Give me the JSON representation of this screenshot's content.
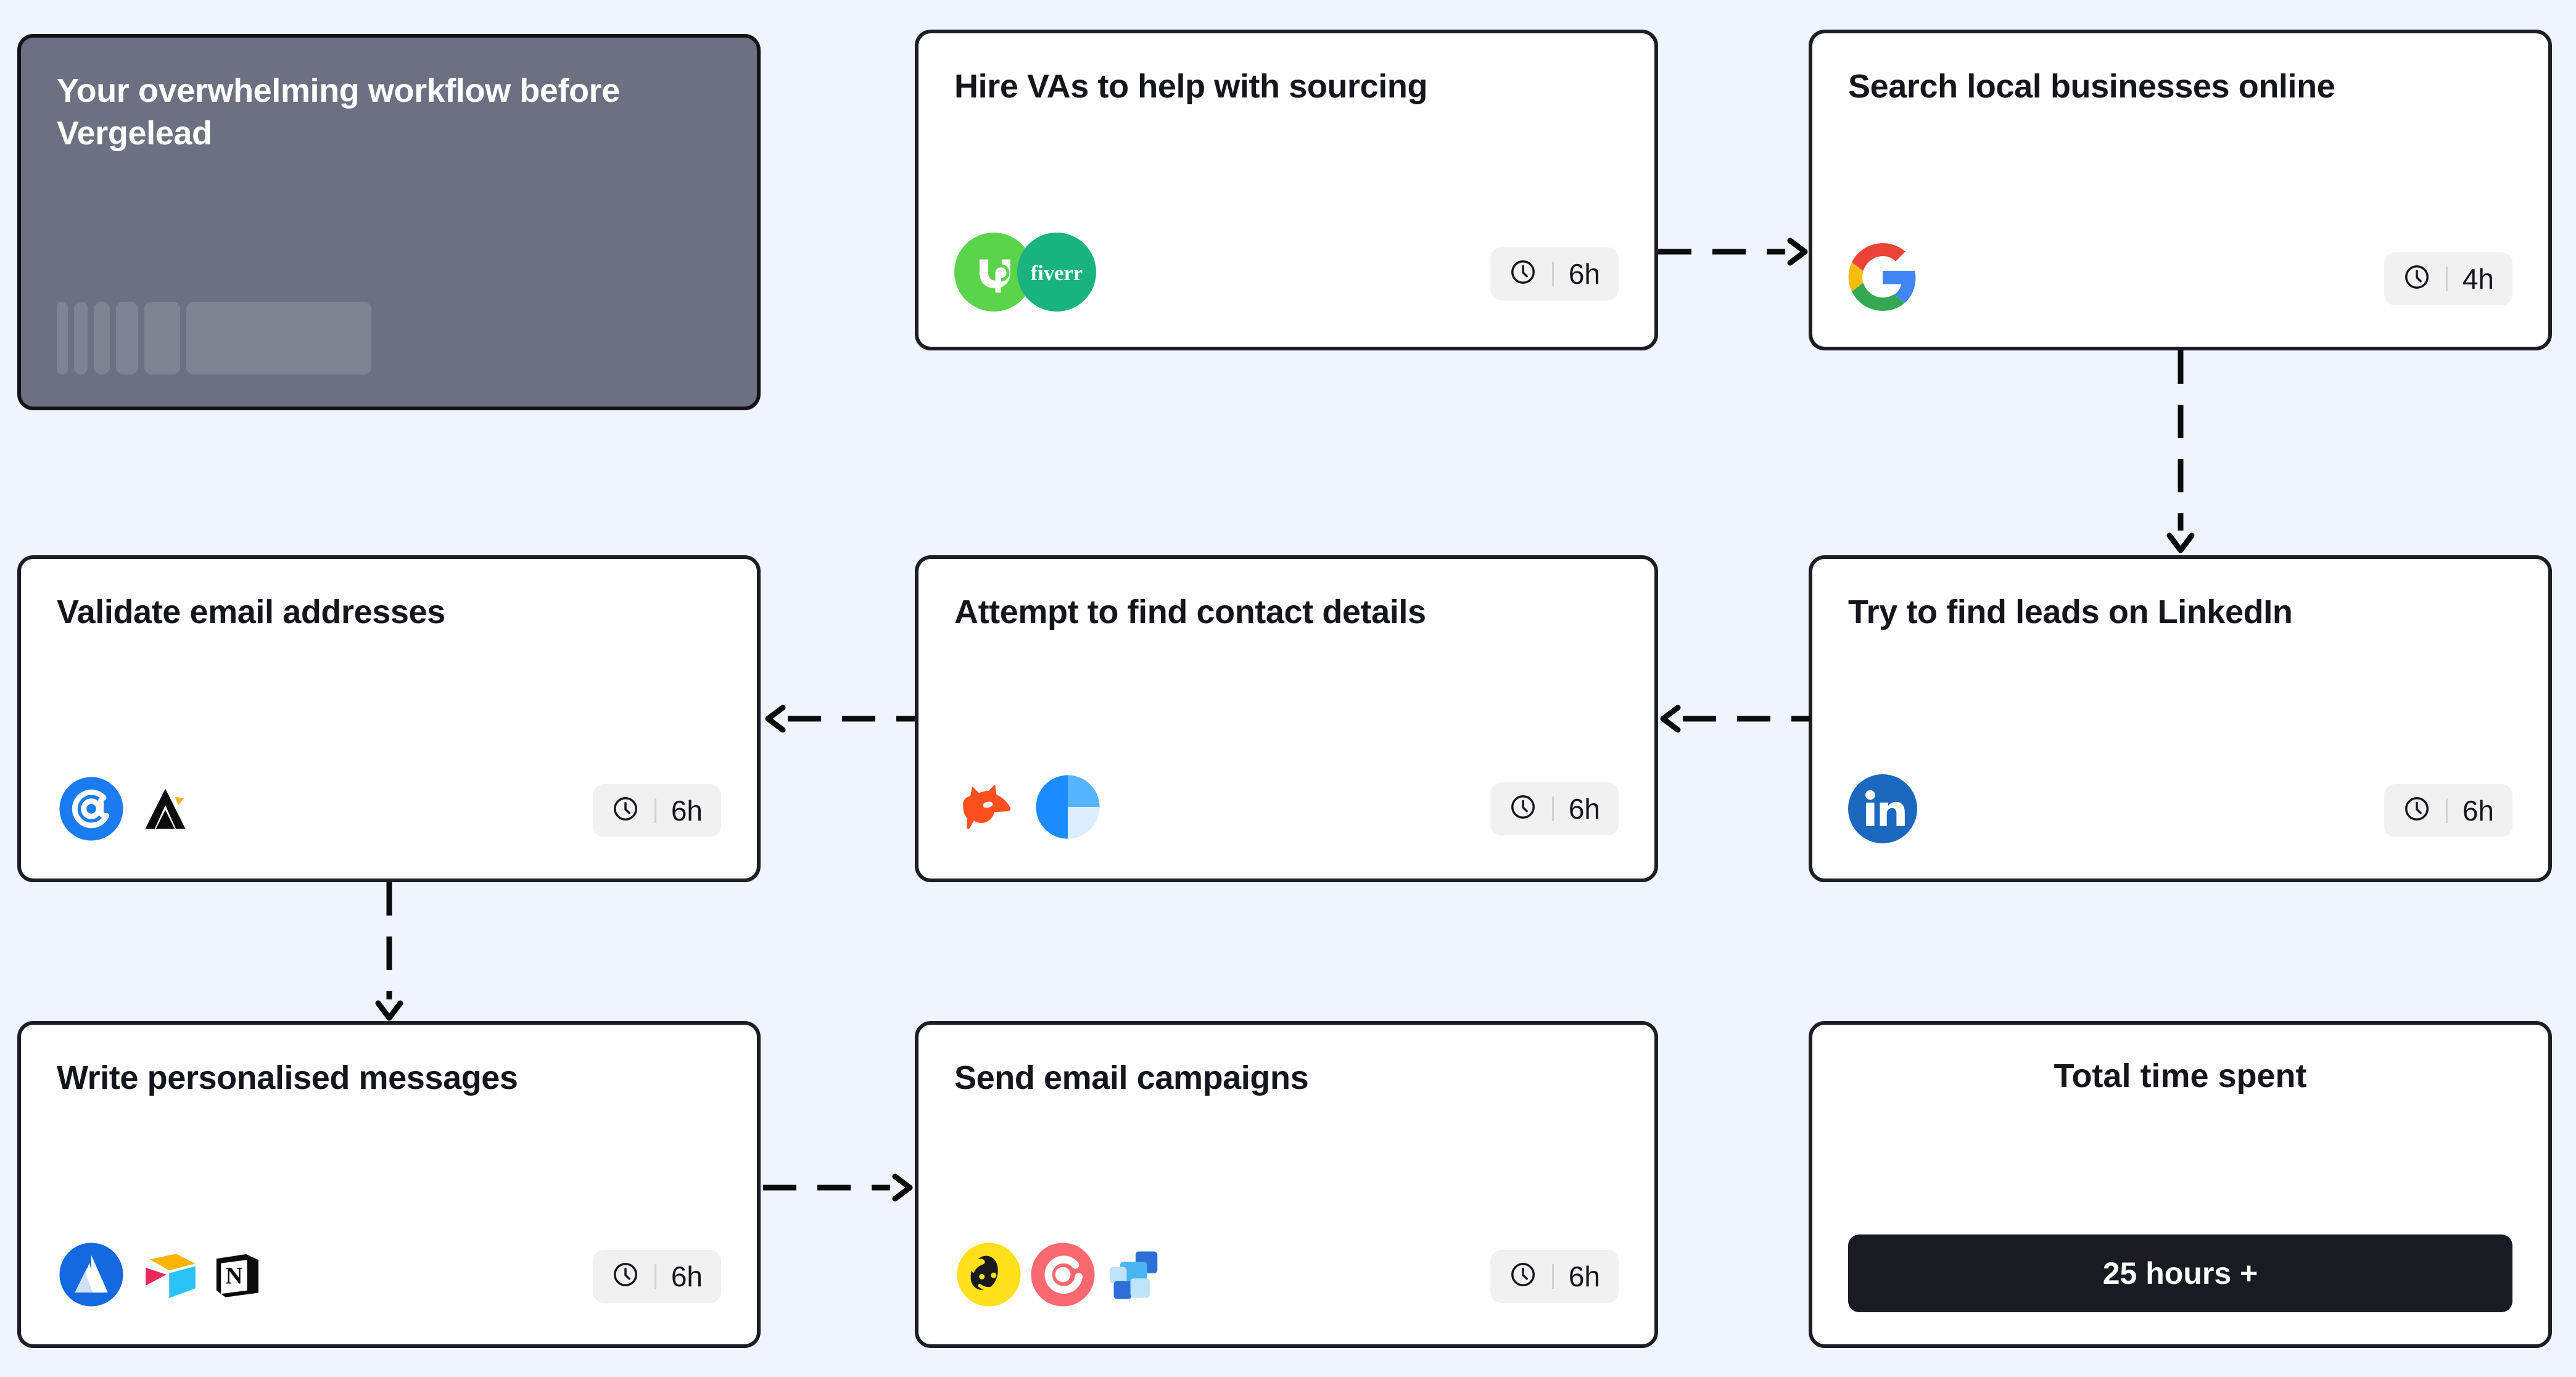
{
  "canvas": {
    "background_color": "#F0F4FD",
    "card_border_color": "#1B1E27",
    "badge_bg_color": "#F1F1F1",
    "dark_card_color": "#6C7080",
    "total_badge_color": "#191B22"
  },
  "intro_card": {
    "title": "Your overwhelming workflow before Vergelead",
    "skeleton_widths": [
      18,
      22,
      26,
      36,
      58,
      300
    ]
  },
  "steps": [
    {
      "id": "hire-vas",
      "title": "Hire VAs to help with sourcing",
      "time": "6h",
      "time_icon": "clock-icon",
      "logos": [
        "upwork-logo",
        "fiverr-logo"
      ]
    },
    {
      "id": "search-local",
      "title": "Search local businesses online",
      "time": "4h",
      "time_icon": "clock-icon",
      "logos": [
        "google-logo"
      ]
    },
    {
      "id": "linkedin-leads",
      "title": "Try to find leads on LinkedIn",
      "time": "6h",
      "time_icon": "clock-icon",
      "logos": [
        "linkedin-logo"
      ]
    },
    {
      "id": "contact-details",
      "title": "Attempt to find contact details",
      "time": "6h",
      "time_icon": "clock-icon",
      "logos": [
        "hunter-logo",
        "clearbit-logo"
      ]
    },
    {
      "id": "validate-email",
      "title": "Validate email addresses",
      "time": "6h",
      "time_icon": "clock-icon",
      "logos": [
        "neverbounce-logo",
        "apollo-logo"
      ]
    },
    {
      "id": "personalised-messages",
      "title": "Write personalised messages",
      "time": "6h",
      "time_icon": "clock-icon",
      "logos": [
        "atlassian-logo",
        "airtable-logo",
        "notion-logo"
      ]
    },
    {
      "id": "email-campaigns",
      "title": "Send email campaigns",
      "time": "6h",
      "time_icon": "clock-icon",
      "logos": [
        "mailchimp-logo",
        "convertkit-logo",
        "lemlist-logo"
      ]
    }
  ],
  "total": {
    "title": "Total time spent",
    "value": "25 hours +"
  },
  "connectors": [
    {
      "id": "hire-to-search",
      "direction": "right"
    },
    {
      "id": "search-to-linkedin",
      "direction": "down"
    },
    {
      "id": "linkedin-to-contact",
      "direction": "left"
    },
    {
      "id": "contact-to-validate",
      "direction": "left"
    },
    {
      "id": "validate-to-messages",
      "direction": "down"
    },
    {
      "id": "messages-to-campaigns",
      "direction": "right"
    }
  ]
}
